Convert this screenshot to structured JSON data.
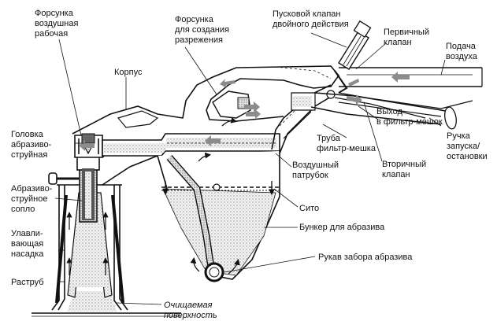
{
  "labels": {
    "air_nozzle_working": [
      "Форсунка",
      "воздушная",
      "рабочая"
    ],
    "housing": [
      "Корпус"
    ],
    "vacuum_nozzle": [
      "Форсунка",
      "для создания",
      "разрежения"
    ],
    "start_valve": [
      "Пусковой клапан",
      "двойного действия"
    ],
    "primary_valve": [
      "Первичный",
      "клапан"
    ],
    "air_supply": [
      "Подача",
      "воздуха"
    ],
    "blast_head": [
      "Головка",
      "абразиво-",
      "струйная"
    ],
    "blast_nozzle": [
      "Абразиво-",
      "струйное",
      "сопло"
    ],
    "capture_attachment": [
      "Улавли-",
      "вающая",
      "насадка"
    ],
    "bell": [
      "Раструб"
    ],
    "surface": [
      "Очищаемая",
      "поверхность"
    ],
    "exit_filter_bag": [
      "Выход",
      "в фильтр-мешок"
    ],
    "start_stop_handle": [
      "Ручка",
      "запуска/",
      "остановки"
    ],
    "filter_bag_tube": [
      "Труба",
      "фильтр-мешка"
    ],
    "secondary_valve": [
      "Вторичный",
      "клапан"
    ],
    "air_pipe": [
      "Воздушный",
      "патрубок"
    ],
    "sieve": [
      "Сито"
    ],
    "abrasive_hopper": [
      "Бункер для абразива"
    ],
    "abrasive_intake_hose": [
      "Рукав забора абразива"
    ]
  },
  "colors": {
    "line": "#111111",
    "stipple": "#9a9a9a",
    "flow_arrow": "#8c8c8c",
    "background": "#ffffff"
  }
}
